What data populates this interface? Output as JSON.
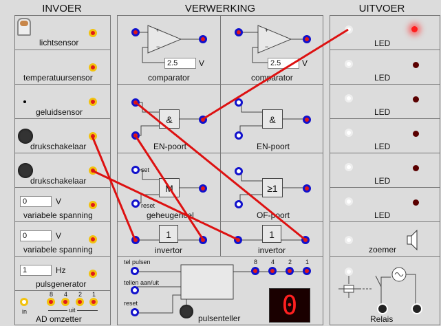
{
  "headers": {
    "invoer": "INVOER",
    "verwerking": "VERWERKING",
    "uitvoer": "UITVOER"
  },
  "inputs": {
    "light": "lichtsensor",
    "temp": "temperatuursensor",
    "sound": "geluidsensor",
    "push1": "drukschakelaar",
    "push2": "drukschakelaar",
    "var1": {
      "label": "variabele spanning",
      "value": "0",
      "unit": "V"
    },
    "var2": {
      "label": "variabele spanning",
      "value": "0",
      "unit": "V"
    },
    "pulse": {
      "label": "pulsgenerator",
      "value": "1",
      "unit": "Hz"
    },
    "ad": {
      "label": "AD omzetter",
      "in": "in",
      "uit": "uit",
      "bits": [
        "8",
        "4",
        "2",
        "1"
      ]
    }
  },
  "processing": {
    "comp1": {
      "label": "comparator",
      "value": "2.5",
      "unit": "V",
      "plus": "+",
      "minus": "−"
    },
    "comp2": {
      "label": "comparator",
      "value": "2.5",
      "unit": "V",
      "plus": "+",
      "minus": "−"
    },
    "and1": {
      "label": "EN-poort",
      "symbol": "&"
    },
    "and2": {
      "label": "EN-poort",
      "symbol": "&"
    },
    "mem": {
      "label": "geheugencel",
      "symbol": "M",
      "set": "set",
      "reset": "reset"
    },
    "or": {
      "label": "OF-poort",
      "symbol": "≥1"
    },
    "inv1": {
      "label": "invertor",
      "symbol": "1"
    },
    "inv2": {
      "label": "invertor",
      "symbol": "1"
    },
    "counter": {
      "label": "pulsenteller",
      "tel": "tel pulsen",
      "aanuit": "tellen aan/uit",
      "reset": "reset",
      "bits": [
        "8",
        "4",
        "2",
        "1"
      ],
      "display": "0"
    }
  },
  "outputs": {
    "leds": [
      "LED",
      "LED",
      "LED",
      "LED",
      "LED",
      "LED"
    ],
    "buzzer": "zoemer",
    "relay": "Relais"
  },
  "colors": {
    "wire": "#dd1111",
    "pin_blue": "#1111cc",
    "pin_yellow": "#f2c20e",
    "panel": "#dcdcdc"
  }
}
